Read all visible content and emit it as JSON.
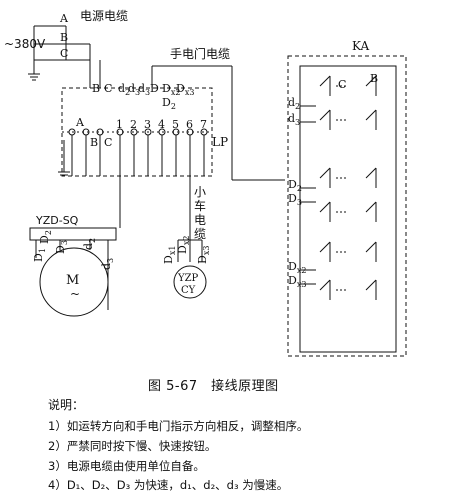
{
  "supply": {
    "voltage": "~380V",
    "phase_a": "A",
    "phase_b": "B",
    "phase_c": "C",
    "cable_label": "电源电缆"
  },
  "pendant_cable_label": "手电门电缆",
  "panel": {
    "name": "LP",
    "top_terminals": [
      "B",
      "C",
      "d",
      "d",
      "d",
      "D",
      "D",
      "D"
    ],
    "top_subs": [
      "",
      "",
      "2",
      "3",
      "3",
      "",
      "x2",
      "x3"
    ],
    "mid_label": "D",
    "mid_sub": "2",
    "left_labels": [
      "A",
      "B",
      "C"
    ],
    "numbers": [
      "1",
      "2",
      "3",
      "4",
      "5",
      "6",
      "7"
    ]
  },
  "motor": {
    "model": "YZD-SQ",
    "symbol": "M",
    "tilde": "~",
    "leads": [
      "D",
      "D",
      "D",
      "d",
      "d"
    ],
    "lead_subs": [
      "1",
      "2",
      "3",
      "2",
      "3"
    ]
  },
  "trolley_cable_label": [
    "小",
    "车",
    "电",
    "缆"
  ],
  "valve": {
    "name": "YZP",
    "sub": "CY",
    "leads": [
      "D",
      "D",
      "D"
    ],
    "lead_subs": [
      "x1",
      "x2",
      "x3"
    ]
  },
  "contactor": {
    "name": "KA",
    "c": "C",
    "b": "B",
    "left_labels": [
      "d",
      "d",
      "D",
      "D",
      "D",
      "D"
    ],
    "left_subs": [
      "2",
      "3",
      "2",
      "3",
      "x2",
      "x3"
    ]
  },
  "caption": "图 5-67　接线原理图",
  "notes_title": "说明：",
  "notes": [
    "1）如运转方向和手电门指示方向相反，调整相序。",
    "2）严禁同时按下慢、快速按钮。",
    "3）电源电缆由使用单位自备。",
    "4）D₁、D₂、D₃ 为快速，d₁、d₂、d₃ 为慢速。"
  ]
}
